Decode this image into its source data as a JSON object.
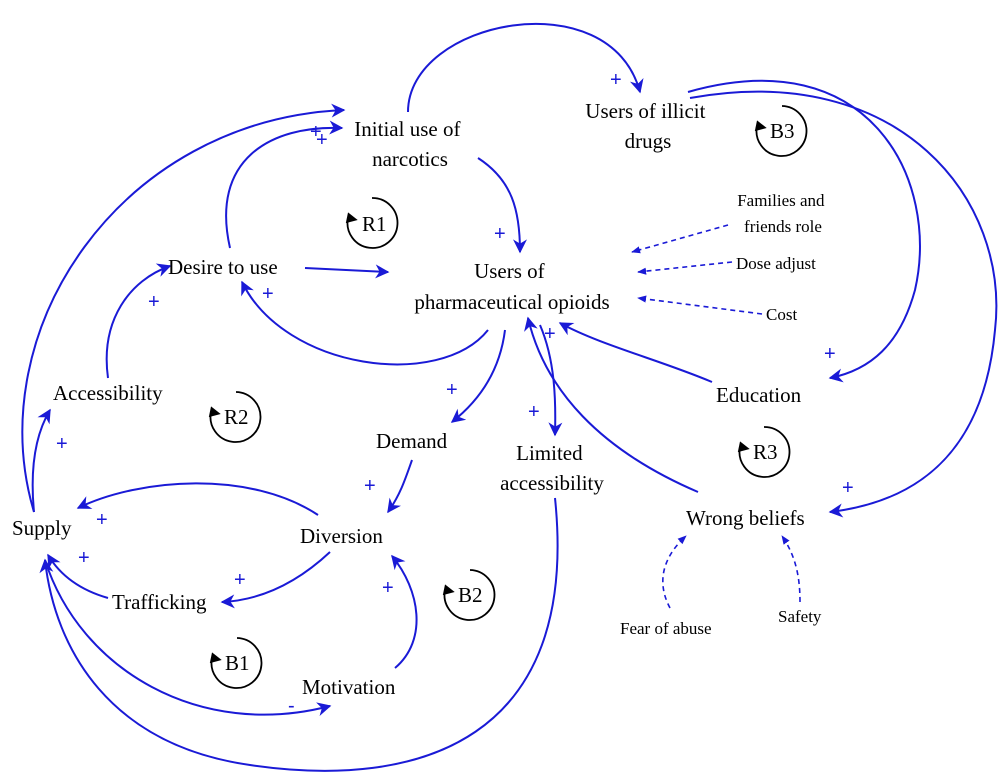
{
  "variables": {
    "initial_use": [
      "Initial use of",
      "narcotics"
    ],
    "users_illicit": [
      "Users of illicit",
      "drugs"
    ],
    "users_pharma": [
      "Users of",
      "pharmaceutical opioids"
    ],
    "desire": "Desire to use",
    "families": [
      "Families and",
      "friends role"
    ],
    "dose": "Dose adjust",
    "cost": "Cost",
    "accessibility": "Accessibility",
    "education": "Education",
    "demand": "Demand",
    "limited": [
      "Limited",
      "accessibility"
    ],
    "supply": "Supply",
    "diversion": "Diversion",
    "wrong_beliefs": "Wrong beliefs",
    "trafficking": "Trafficking",
    "fear": "Fear of abuse",
    "safety": "Safety",
    "motivation": "Motivation"
  },
  "loops": {
    "r1": "R1",
    "r2": "R2",
    "r3": "R3",
    "b1": "B1",
    "b2": "B2",
    "b3": "B3"
  },
  "polarity": {
    "plus": "+",
    "minus": "-"
  },
  "colors": {
    "link": "#1a1ad6",
    "loop": "#000000"
  }
}
